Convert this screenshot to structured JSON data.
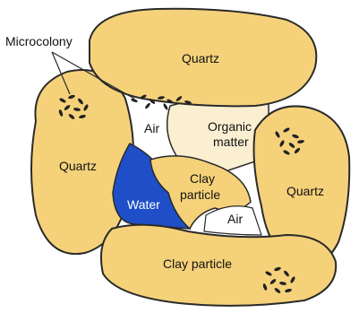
{
  "labels": {
    "microcolony": "Microcolony",
    "quartz_top": "Quartz",
    "quartz_left": "Quartz",
    "quartz_right": "Quartz",
    "air_top": "Air",
    "organic_line1": "Organic",
    "organic_line2": "matter",
    "clay_mid_line1": "Clay",
    "clay_mid_line2": "particle",
    "water": "Water",
    "air_bottom": "Air",
    "clay_bottom": "Clay particle"
  },
  "colors": {
    "particle_fill": "#F5D27A",
    "particle_stroke": "#2a2a2a",
    "organic_fill": "#FBEFD2",
    "pore_fill": "#FFFFFF",
    "water_fill": "#1E4FC8",
    "bacteria": "#222222"
  }
}
